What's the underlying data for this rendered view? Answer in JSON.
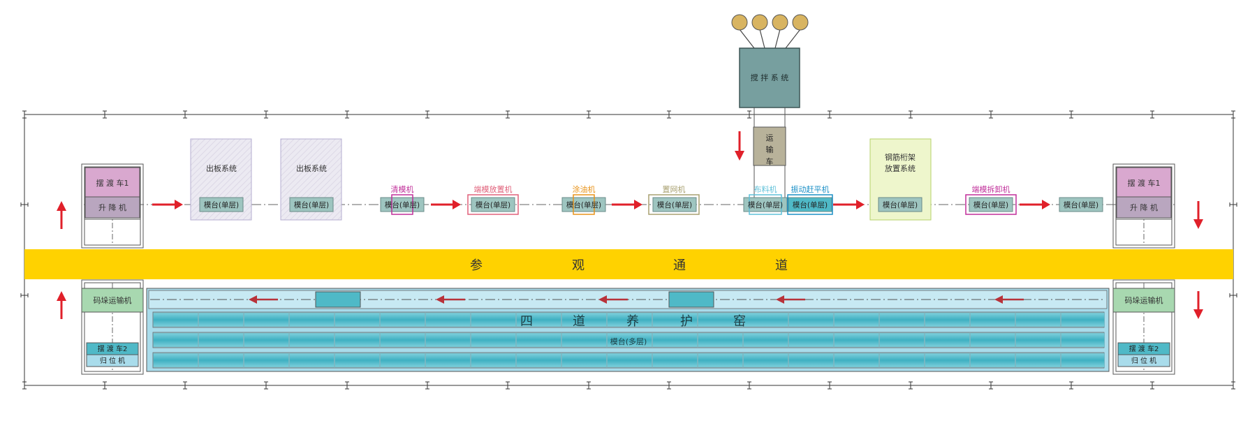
{
  "colors": {
    "arrow": "#e0202a",
    "aisle": "#ffd200",
    "mixer_box": "#779f9f",
    "transport_car": "#b8b29a",
    "table": "#9ec5c0",
    "table_gray": "#b0b4b4",
    "ferry_car": "#d9a8cf",
    "lift": "#b9a6bf",
    "stacker": "#a8d8b0",
    "kiln_light": "#a9dceb",
    "kiln_cell": "#4fb9c7",
    "ferry2": "#4fb9c7",
    "return": "#a9dceb",
    "hopper": "#d8b461",
    "plate_system_fill": "#e6e6ee",
    "rebar_fill": "#eef6cc",
    "demould_label": "#c02f9a",
    "side_mould_label": "#e0607a",
    "oiler_label": "#e8931a",
    "mesh_label": "#a8a070",
    "spreader_label": "#5ec0d8",
    "vibrator_label": "#1a8fc6",
    "vibrator_border": "#1a8fc6"
  },
  "mixer": {
    "label": "搅 拌 系 统"
  },
  "transport_car": {
    "label": "运输车"
  },
  "aisle": {
    "chars": [
      "参",
      "观",
      "通",
      "道"
    ]
  },
  "kiln": {
    "chars": [
      "四",
      "道",
      "养",
      "护",
      "窑"
    ],
    "table_label": "模台(多层)"
  },
  "left_block": {
    "ferry1": "摆 渡 车1",
    "lift": "升 降 机",
    "stacker": "码垛运输机",
    "ferry2": "摆 渡 车2",
    "return": "归 位 机"
  },
  "right_block": {
    "ferry1": "摆 渡 车1",
    "lift": "升 降 机",
    "stacker": "码垛运输机",
    "ferry2": "摆 渡 车2",
    "return": "归 位 机"
  },
  "stations": [
    {
      "id": "plate1",
      "system_label": "出板系统",
      "table_label": "模台(单层)"
    },
    {
      "id": "plate2",
      "system_label": "出板系统",
      "table_label": "模台(单层)"
    },
    {
      "id": "demould",
      "machine_label": "清模机",
      "table_label": "模台(单层)"
    },
    {
      "id": "sidemould",
      "machine_label": "端模放置机",
      "table_label": "模台(单层)"
    },
    {
      "id": "oiler",
      "machine_label": "涂油机",
      "table_label": "模台(单层)"
    },
    {
      "id": "mesh",
      "machine_label": "置网机",
      "table_label": "模台(单层)"
    },
    {
      "id": "spreader",
      "machine_label": "布料机",
      "table_label": "模台(单层)"
    },
    {
      "id": "vibrator",
      "machine_label": "振动赶平机",
      "table_label": "模台(单层)"
    },
    {
      "id": "rebar",
      "system_label": "钢筋桁架放置系统",
      "system_lines": [
        "钢筋桁架",
        "放置系统"
      ],
      "table_label": "模台(单层)"
    },
    {
      "id": "sidedemould",
      "machine_label": "端模拆卸机",
      "table_label": "模台(单层)"
    },
    {
      "id": "last",
      "table_label": "模台(单层)"
    }
  ]
}
